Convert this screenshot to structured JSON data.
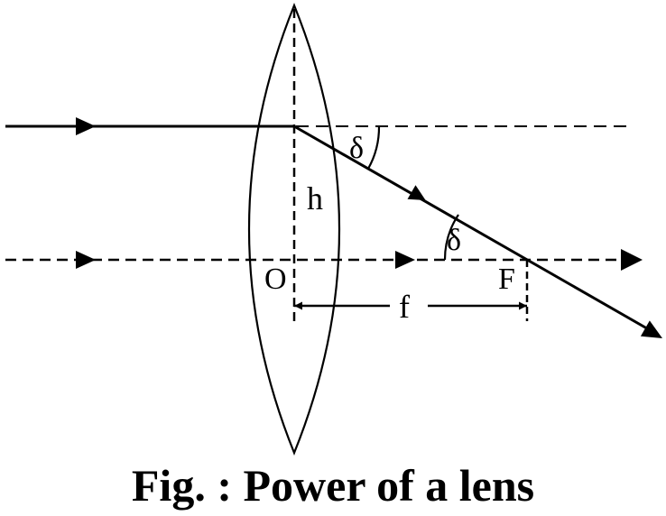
{
  "labels": {
    "angle_upper": "δ",
    "angle_lower": "δ",
    "height": "h",
    "optical_center": "O",
    "focal_point": "F",
    "focal_length": "f"
  },
  "caption": "Fig. : Power of a lens",
  "colors": {
    "ink": "#000000",
    "background": "#ffffff"
  }
}
